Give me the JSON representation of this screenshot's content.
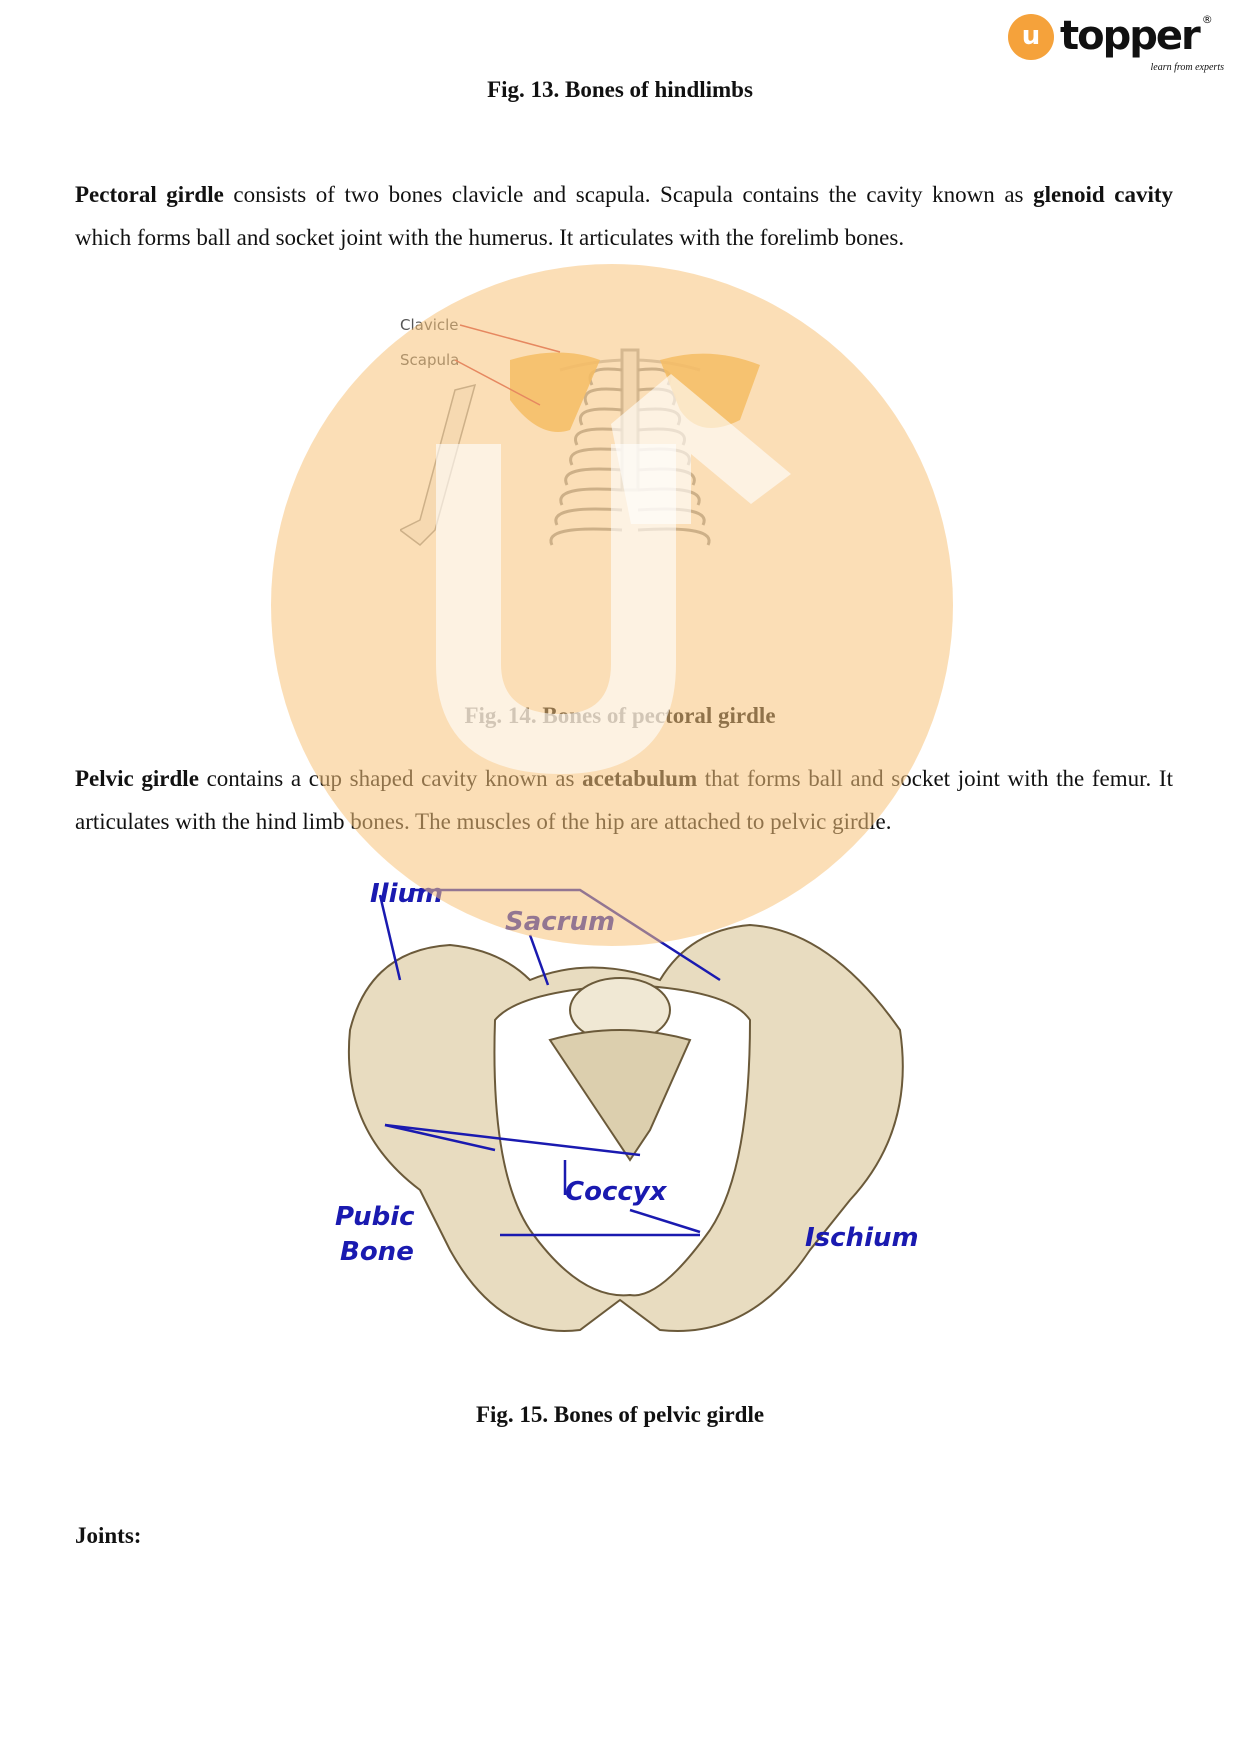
{
  "logo": {
    "mark": "u",
    "word": "topper",
    "tagline": "learn from experts",
    "registered": "®"
  },
  "captions": {
    "fig13": "Fig. 13. Bones of hindlimbs",
    "fig14": "Fig. 14. Bones of pectoral girdle",
    "fig15": "Fig. 15. Bones of pelvic girdle"
  },
  "pectoral_para": {
    "b1": "Pectoral girdle",
    "t1": " consists of two bones clavicle and scapula. Scapula contains the cavity known as ",
    "b2": "glenoid cavity",
    "t2": " which forms ball and socket joint with the humerus. It articulates with the forelimb bones."
  },
  "pelvic_para": {
    "b1": "Pelvic girdle",
    "t1": " contains a cup shaped cavity known as ",
    "b2": "acetabulum",
    "t2": " that forms ball and socket joint with the femur. It articulates with the hind limb bones. The muscles of the hip are attached to pelvic girdle."
  },
  "pectoral_figure": {
    "labels": {
      "clavicle": "Clavicle",
      "scapula": "Scapula"
    }
  },
  "pelvic_figure": {
    "labels": {
      "ilium": "Ilium",
      "sacrum": "Sacrum",
      "coccyx": "Coccyx",
      "pubic1": "Pubic",
      "pubic2": "Bone",
      "ischium": "Ischium"
    }
  },
  "joints_heading": "Joints:",
  "colors": {
    "watermark": "#f7c27a",
    "logo": "#f5a23b",
    "label_blue": "#1a1ab0",
    "bone": "#e8dcc0",
    "scapula": "#f2b54a"
  }
}
